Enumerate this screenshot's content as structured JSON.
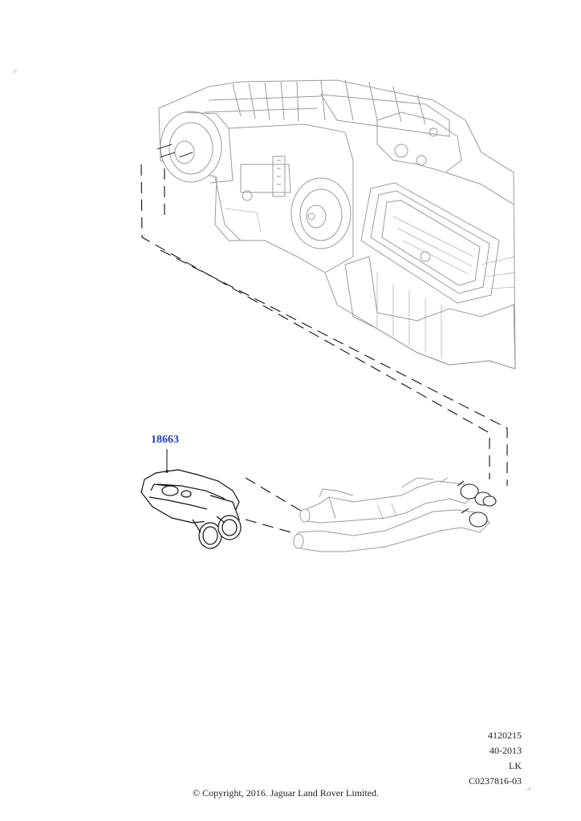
{
  "part_number": "18663",
  "reference": {
    "line1": "4120215",
    "line2": "40-2013",
    "line3": "LK",
    "line4": "C0237816-03"
  },
  "copyright": "© Copyright, 2016. Jaguar Land Rover Limited.",
  "colors": {
    "part_label": "#1f3fbf",
    "faded_line": "#9a9a9a",
    "dark_line": "#111111"
  }
}
